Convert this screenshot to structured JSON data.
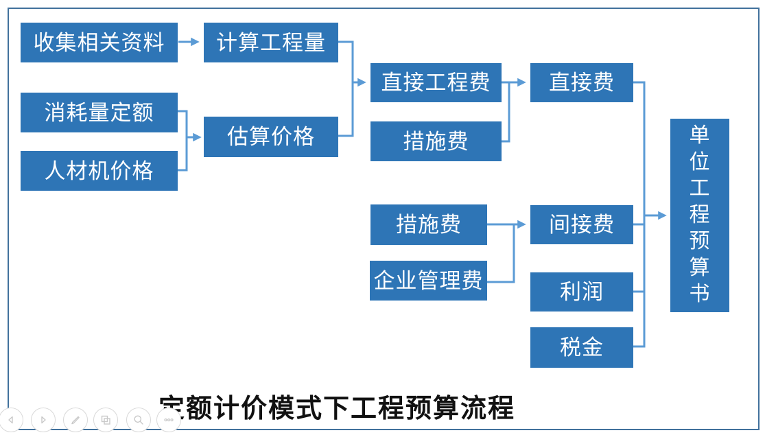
{
  "slide": {
    "caption": "定额计价模式下工程预算流程",
    "nodes": [
      {
        "id": "collect-data",
        "label": "收集相关资料"
      },
      {
        "id": "calc-quantity",
        "label": "计算工程量"
      },
      {
        "id": "consumption-quota",
        "label": "消耗量定额"
      },
      {
        "id": "labor-material-machine",
        "label": "人材机价格"
      },
      {
        "id": "estimate-price",
        "label": "估算价格"
      },
      {
        "id": "direct-engineering-fee",
        "label": "直接工程费"
      },
      {
        "id": "measure-fee-top",
        "label": "措施费"
      },
      {
        "id": "direct-fee",
        "label": "直接费"
      },
      {
        "id": "measure-fee-bottom",
        "label": "措施费"
      },
      {
        "id": "enterprise-management-fee",
        "label": "企业管理费"
      },
      {
        "id": "indirect-fee",
        "label": "间接费"
      },
      {
        "id": "profit",
        "label": "利润"
      },
      {
        "id": "tax",
        "label": "税金"
      },
      {
        "id": "unit-project-budget-book",
        "label": "单位工程预算书"
      }
    ],
    "edges": [
      {
        "from": "收集相关资料",
        "to": "计算工程量"
      },
      {
        "from": "消耗量定额",
        "to": "估算价格"
      },
      {
        "from": "人材机价格",
        "to": "估算价格"
      },
      {
        "from": "计算工程量",
        "to": "直接工程费"
      },
      {
        "from": "估算价格",
        "to": "直接工程费"
      },
      {
        "from": "直接工程费",
        "to": "直接费"
      },
      {
        "from": "措施费(上)",
        "to": "直接费"
      },
      {
        "from": "措施费(下)",
        "to": "间接费"
      },
      {
        "from": "企业管理费",
        "to": "间接费"
      },
      {
        "from": "直接费",
        "to": "单位工程预算书"
      },
      {
        "from": "间接费",
        "to": "单位工程预算书"
      },
      {
        "from": "利润",
        "to": "单位工程预算书"
      },
      {
        "from": "税金",
        "to": "单位工程预算书"
      }
    ],
    "colors": {
      "box_fill": "#2e75b6",
      "box_text": "#ffffff",
      "connector": "#5b9bd5",
      "slide_border": "#41719c",
      "caption_text": "#111111",
      "toolbar_gray": "#cfcfcf"
    }
  },
  "toolbar": {
    "buttons": [
      {
        "icon": "previous-slide"
      },
      {
        "icon": "next-slide"
      },
      {
        "icon": "pen-annotate"
      },
      {
        "icon": "slide-switch"
      },
      {
        "icon": "zoom-magnifier"
      },
      {
        "icon": "more-options"
      }
    ]
  }
}
